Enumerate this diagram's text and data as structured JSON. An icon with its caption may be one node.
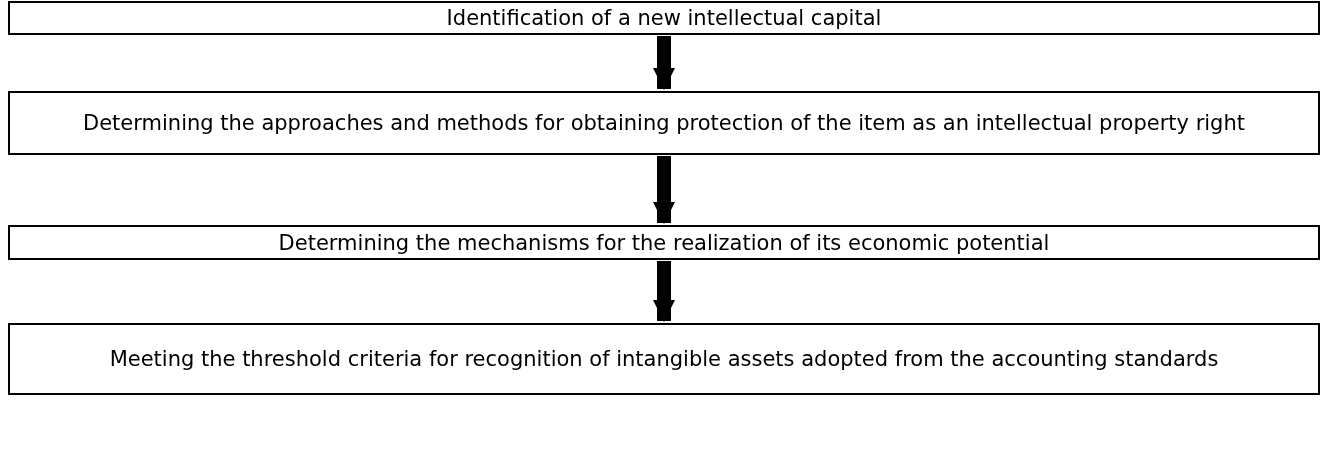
{
  "diagram": {
    "nodes": [
      {
        "text": [
          "Identification of a new intellectual capital"
        ]
      },
      {
        "text": [
          "Determining the approaches and methods for obtaining protection of the item as an intellectual property right"
        ]
      },
      {
        "text": [
          "Determining the mechanisms for the realization of its economic potential"
        ]
      },
      {
        "text": [
          "Meeting the threshold criteria for recognition of intangible assets adopted from the accounting standards"
        ]
      }
    ],
    "edges": [
      {
        "from": 0,
        "to": 1,
        "arrow": "to"
      },
      {
        "from": 1,
        "to": 2,
        "arrow": "to"
      },
      {
        "from": 2,
        "to": 3,
        "arrow": "to"
      }
    ]
  }
}
